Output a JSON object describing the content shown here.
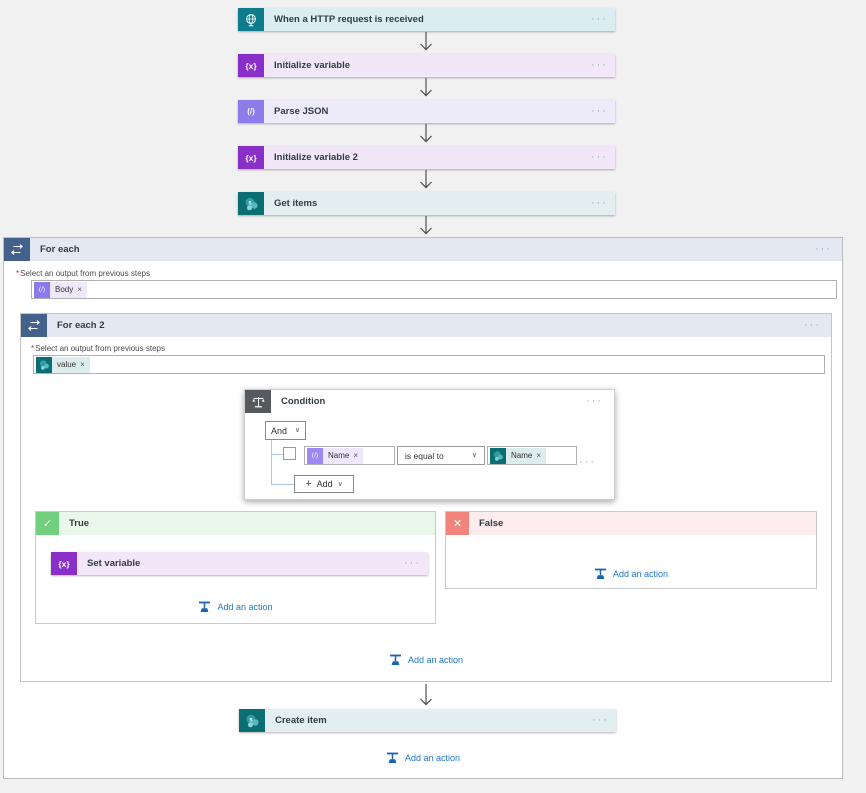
{
  "glyphs": {
    "ellipsis": "···",
    "close": "×",
    "check": "✓",
    "cross": "✕",
    "chevron_down": "∨",
    "plus": "+",
    "var_icon": "{x}",
    "parse_icon": "(/)",
    "sp_letter": "s"
  },
  "trigger": {
    "title": "When a HTTP request is received"
  },
  "actions": {
    "initialize_variable": "Initialize variable",
    "parse_json": "Parse JSON",
    "initialize_variable_2": "Initialize variable 2",
    "get_items": "Get items",
    "set_variable": "Set variable",
    "create_item": "Create item"
  },
  "foreach": {
    "title": "For each",
    "required": "*",
    "label": "Select an output from previous steps",
    "token": "Body"
  },
  "foreach2": {
    "title": "For each 2",
    "required": "*",
    "label": "Select an output from previous steps",
    "token": "value"
  },
  "condition": {
    "title": "Condition",
    "group_operator": "And",
    "left_token": "Name",
    "comparison": "is equal to",
    "right_token": "Name",
    "add_label": "Add"
  },
  "branches": {
    "true_label": "True",
    "false_label": "False"
  },
  "add_action_label": "Add an action"
}
